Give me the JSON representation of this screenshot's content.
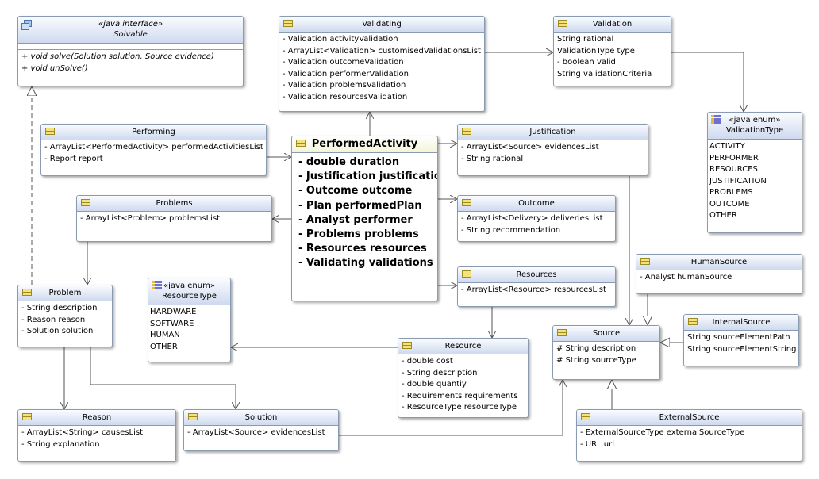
{
  "classes": {
    "solvable": {
      "stereotype": "«java interface»",
      "name": "Solvable",
      "operations": [
        "+ void solve(Solution solution, Source evidence)",
        "+ void unSolve()"
      ]
    },
    "validating": {
      "name": "Validating",
      "attributes": [
        "- Validation activityValidation",
        "- ArrayList<Validation> customisedValidationsList",
        "- Validation outcomeValidation",
        "- Validation performerValidation",
        "- Validation problemsValidation",
        "- Validation resourcesValidation"
      ]
    },
    "validation": {
      "name": "Validation",
      "attributes": [
        "String rational",
        "ValidationType type",
        "- boolean valid",
        "String validationCriteria"
      ]
    },
    "validation_type": {
      "stereotype": "«java enum»",
      "name": "ValidationType",
      "literals": [
        "ACTIVITY",
        "PERFORMER",
        "RESOURCES",
        "JUSTIFICATION",
        "PROBLEMS",
        "OUTCOME",
        "OTHER"
      ]
    },
    "performing": {
      "name": "Performing",
      "attributes": [
        "- ArrayList<PerformedActivity> performedActivitiesList",
        "- Report report"
      ]
    },
    "performed_activity": {
      "name": "PerformedActivity",
      "attributes": [
        "- double duration",
        "- Justification justification",
        "- Outcome outcome",
        "- Plan performedPlan",
        "- Analyst performer",
        "- Problems problems",
        "- Resources resources",
        "- Validating validations"
      ]
    },
    "justification": {
      "name": "Justification",
      "attributes": [
        "- ArrayList<Source> evidencesList",
        "- String rational"
      ]
    },
    "problems": {
      "name": "Problems",
      "attributes": [
        "- ArrayList<Problem> problemsList"
      ]
    },
    "outcome": {
      "name": "Outcome",
      "attributes": [
        "- ArrayList<Delivery> deliveriesList",
        "- String recommendation"
      ]
    },
    "human_source": {
      "name": "HumanSource",
      "attributes": [
        "- Analyst humanSource"
      ]
    },
    "problem": {
      "name": "Problem",
      "attributes": [
        "- String description",
        "- Reason reason",
        "- Solution solution"
      ]
    },
    "resource_type": {
      "stereotype": "«java enum»",
      "name": "ResourceType",
      "literals": [
        "HARDWARE",
        "SOFTWARE",
        "HUMAN",
        "OTHER"
      ]
    },
    "resources": {
      "name": "Resources",
      "attributes": [
        "- ArrayList<Resource> resourcesList"
      ]
    },
    "internal_source": {
      "name": "InternalSource",
      "attributes": [
        "String sourceElementPath",
        "String sourceElementString"
      ]
    },
    "source": {
      "name": "Source",
      "attributes": [
        "# String description",
        "# String sourceType"
      ]
    },
    "resource": {
      "name": "Resource",
      "attributes": [
        "- double cost",
        "- String description",
        "- double quantiy",
        "- Requirements requirements",
        "- ResourceType resourceType"
      ]
    },
    "reason": {
      "name": "Reason",
      "attributes": [
        "- ArrayList<String> causesList",
        "- String explanation"
      ]
    },
    "solution": {
      "name": "Solution",
      "attributes": [
        "- ArrayList<Source> evidencesList"
      ]
    },
    "external_source": {
      "name": "ExternalSource",
      "attributes": [
        "- ExternalSourceType externalSourceType",
        "- URL url"
      ]
    }
  },
  "colors": {
    "header_top": "#fafcff",
    "header_bottom": "#cfdaef",
    "border": "#8a9ab0",
    "class_icon": "#f5e27a",
    "line": "#555555",
    "highlight_header": "#f2f5d8"
  }
}
